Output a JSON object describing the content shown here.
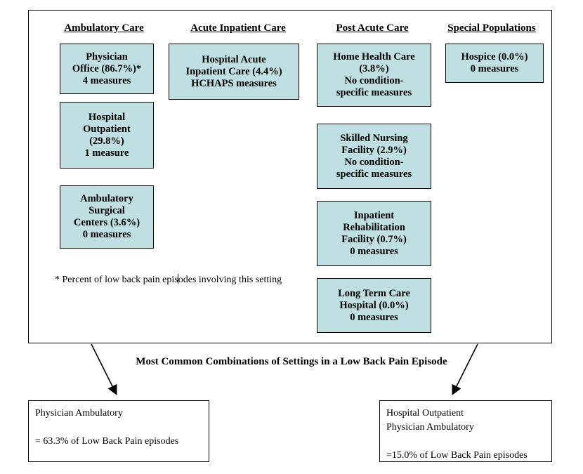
{
  "diagram": {
    "columns": [
      {
        "id": "ambulatory-care",
        "heading": "Ambulatory Care"
      },
      {
        "id": "acute-inpatient-care",
        "heading": "Acute Inpatient Care"
      },
      {
        "id": "post-acute-care",
        "heading": "Post Acute Care"
      },
      {
        "id": "special-populations",
        "heading": "Special Populations"
      }
    ],
    "nodes": [
      {
        "id": "physician-office",
        "column": "ambulatory-care",
        "text": "Physician\nOffice (86.7%)*\n4 measures"
      },
      {
        "id": "hospital-outpatient",
        "column": "ambulatory-care",
        "text": "Hospital\nOutpatient\n(29.8%)\n1 measure"
      },
      {
        "id": "ambulatory-surgical-centers",
        "column": "ambulatory-care",
        "text": "Ambulatory\nSurgical\nCenters (3.6%)\n0 measures"
      },
      {
        "id": "hospital-acute-inpatient-care",
        "column": "acute-inpatient-care",
        "text": "Hospital Acute\nInpatient Care (4.4%)\nHCHAPS measures"
      },
      {
        "id": "home-health-care",
        "column": "post-acute-care",
        "text": "Home Health Care\n(3.8%)\nNo condition-\nspecific measures"
      },
      {
        "id": "skilled-nursing-facility",
        "column": "post-acute-care",
        "text": "Skilled Nursing\nFacility (2.9%)\nNo condition-\nspecific measures"
      },
      {
        "id": "inpatient-rehabilitation-facility",
        "column": "post-acute-care",
        "text": "Inpatient\nRehabilitation\nFacility (0.7%)\n0 measures"
      },
      {
        "id": "long-term-care-hospital",
        "column": "post-acute-care",
        "text": "Long Term Care\nHospital (0.0%)\n0 measures"
      },
      {
        "id": "hospice",
        "column": "special-populations",
        "text": "Hospice (0.0%)\n0 measures"
      }
    ],
    "footnote": "* Percent of low back pain episodes involving this setting",
    "middle_caption": "Most Common Combinations of Settings in a Low Back Pain Episode",
    "combinations": [
      {
        "id": "combination-left",
        "lines": [
          "Physician Ambulatory"
        ],
        "total": "= 63.3% of Low Back Pain episodes"
      },
      {
        "id": "combination-right",
        "lines": [
          "Hospital Outpatient",
          "Physician Ambulatory"
        ],
        "total": "=15.0% of Low Back Pain episodes"
      }
    ],
    "colors": {
      "node_fill": "#bfdfe2",
      "stroke": "#000000",
      "background": "#ffffff"
    }
  }
}
